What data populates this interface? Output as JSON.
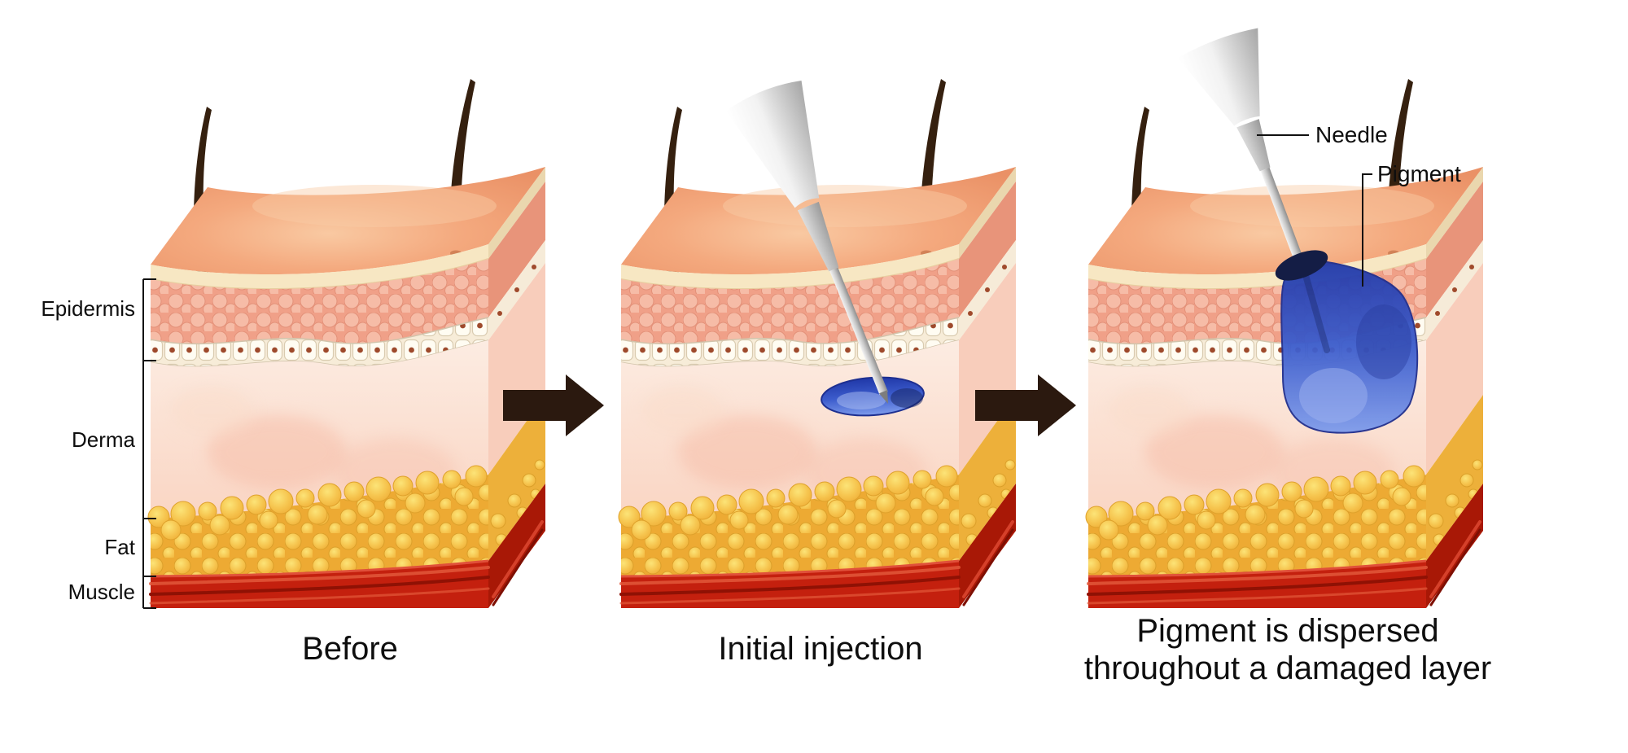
{
  "figure": {
    "type": "medical-skin-diagram",
    "layer_labels": [
      "Epidermis",
      "Derma",
      "Fat",
      "Muscle"
    ],
    "panels": [
      {
        "id": "before",
        "caption": "Before"
      },
      {
        "id": "initial-injection",
        "caption": "Initial injection"
      },
      {
        "id": "dispersed",
        "caption_line1": "Pigment is dispersed",
        "caption_line2": "throughout a damaged layer"
      }
    ],
    "annotations": {
      "needle": "Needle",
      "pigment": "Pigment"
    },
    "colors": {
      "background": "#ffffff",
      "arrow": "#2b190f",
      "pigment_blue": "#3c5ccc",
      "skin_top": "#f4a97e",
      "epidermis": "#f0a088",
      "membrane": "#f7ecd8",
      "derma": "#fbdccb",
      "fat": "#f2bd44",
      "muscle": "#c4200e"
    }
  }
}
